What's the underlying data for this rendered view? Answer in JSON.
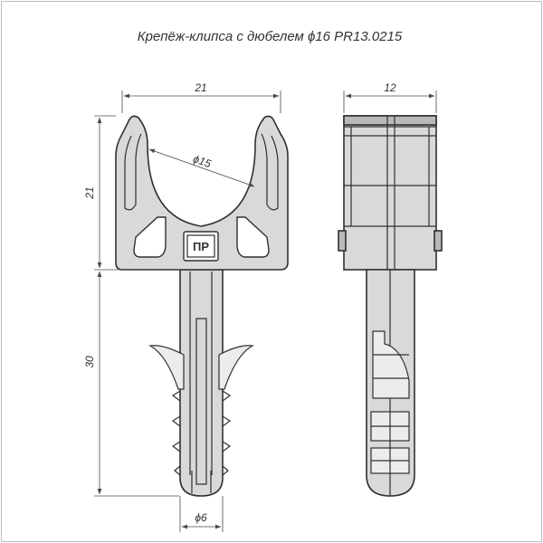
{
  "title": "Крепёж-клипса с дюбелем ϕ16  PR13.0215",
  "dimensions": {
    "front_width": "21",
    "side_width": "12",
    "clip_height": "21",
    "dowel_length": "30",
    "clip_diameter": "ϕ15",
    "dowel_diameter": "ϕ6"
  },
  "logo": "ПР",
  "colors": {
    "body": "#d9d9d9",
    "outline": "#303030"
  }
}
